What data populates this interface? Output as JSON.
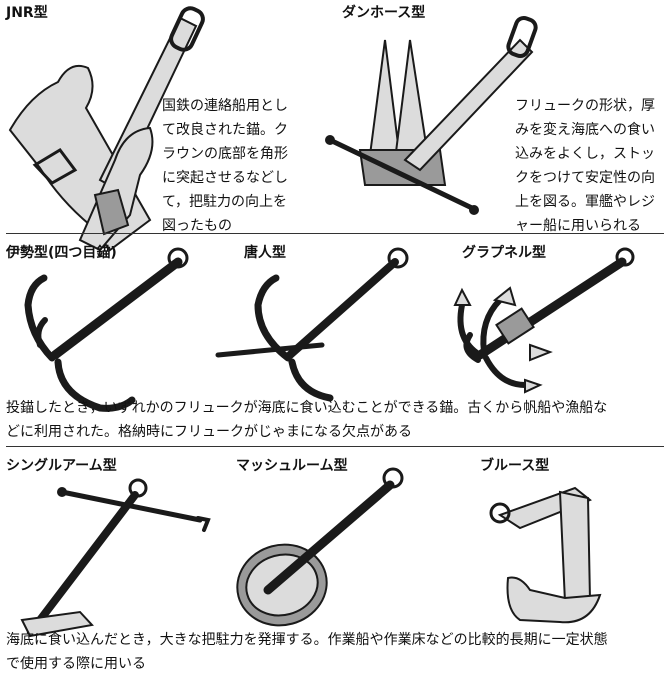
{
  "sections": {
    "top": {
      "jnr": {
        "title": "JNR型",
        "lines": [
          "国鉄の連絡船用とし",
          "て改良された錨。ク",
          "ラウンの底部を角形",
          "に突起させるなどし",
          "て，把駐力の向上を",
          "図ったもの"
        ]
      },
      "danforth": {
        "title": "ダンホース型",
        "lines": [
          "フリュークの形状，厚",
          "みを変え海底への食い",
          "込みをよくし，ストッ",
          "クをつけて安定性の向",
          "上を図る。軍艦やレジ",
          "ャー船に用いられる"
        ]
      }
    },
    "middle": {
      "ise": {
        "title": "伊勢型(四つ目錨)"
      },
      "karahito": {
        "title": "唐人型"
      },
      "grapnel": {
        "title": "グラプネル型"
      },
      "lines": [
        "投錨したとき，いずれかのフリュークが海底に食い込むことができる錨。古くから帆船や漁船な",
        "どに利用された。格納時にフリュークがじゃまになる欠点がある"
      ]
    },
    "bottom": {
      "single": {
        "title": "シングルアーム型"
      },
      "mushroom": {
        "title": "マッシュルーム型"
      },
      "bruce": {
        "title": "ブルース型"
      },
      "lines": [
        "海底に食い込んだとき，大きな把駐力を発揮する。作業船や作業床などの比較的長期に一定状態",
        "で使用する際に用いる"
      ]
    }
  }
}
